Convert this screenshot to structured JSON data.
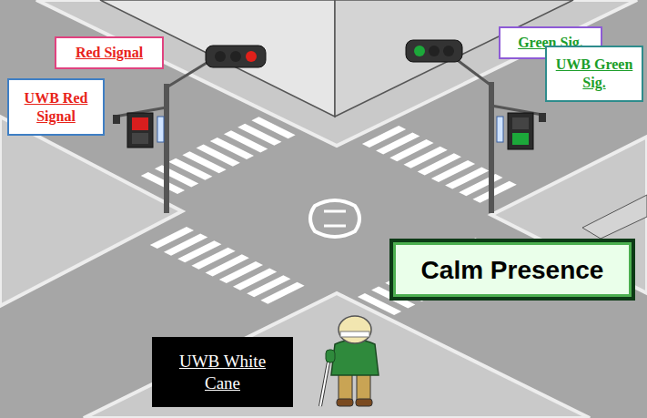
{
  "diagram": {
    "nodes": [
      {
        "text": [
          "Red Signal"
        ]
      },
      {
        "text": [
          "Green Sig."
        ]
      },
      {
        "text": [
          "UWB Red Signal"
        ]
      },
      {
        "text": [
          "UWB Green Sig."
        ]
      },
      {
        "text": [
          "Calm Presence"
        ]
      },
      {
        "text": [
          "UWB White Cane"
        ]
      }
    ]
  }
}
